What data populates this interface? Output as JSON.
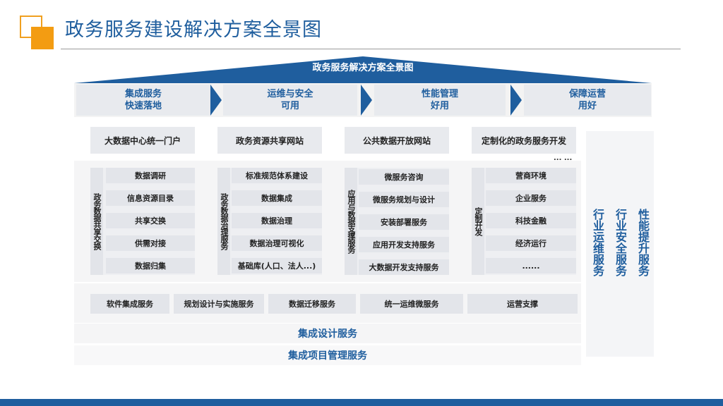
{
  "header": {
    "title": "政务服务建设解决方案全景图"
  },
  "roof": {
    "label": "政务服务解决方案全景图"
  },
  "pillars": [
    {
      "line1": "集成服务",
      "line2": "快速落地"
    },
    {
      "line1": "运维与安全",
      "line2": "可用"
    },
    {
      "line1": "性能管理",
      "line2": "好用"
    },
    {
      "line1": "保障运营",
      "line2": "用好"
    }
  ],
  "portals": [
    "大数据中心统一门户",
    "政务资源共享网站",
    "公共数据开放网站",
    "定制化的政务服务开发"
  ],
  "portal_ellipsis": "... ...",
  "groups": [
    {
      "label": "政务数据共享交换",
      "items": [
        "数据调研",
        "信息资源目录",
        "共享交换",
        "供需对接",
        "数据归集"
      ]
    },
    {
      "label": "政务数据治理服务",
      "items": [
        "标准规范体系建设",
        "数据集成",
        "数据治理",
        "数据治理可视化",
        "基础库(人口、法人...)"
      ]
    },
    {
      "label": "应用与数据支撑服务",
      "items": [
        "微服务咨询",
        "微服务规划与设计",
        "安装部署服务",
        "应用开发支持服务",
        "大数据开发支持服务"
      ]
    },
    {
      "label": "定制开发",
      "items": [
        "营商环境",
        "企业服务",
        "科技金融",
        "经济运行",
        "......"
      ]
    }
  ],
  "bottom_services": [
    "软件集成服务",
    "规划设计与实施服务",
    "数据迁移服务",
    "统一运维微服务",
    "运营支撑"
  ],
  "integration": [
    "集成设计服务",
    "集成项目管理服务"
  ],
  "right_columns": [
    "行业运维服务",
    "行业安全服务",
    "性能提升服务"
  ],
  "colors": {
    "primary": "#1f5e9e",
    "accent": "#f39c12",
    "roof": "#1f5e9e"
  }
}
